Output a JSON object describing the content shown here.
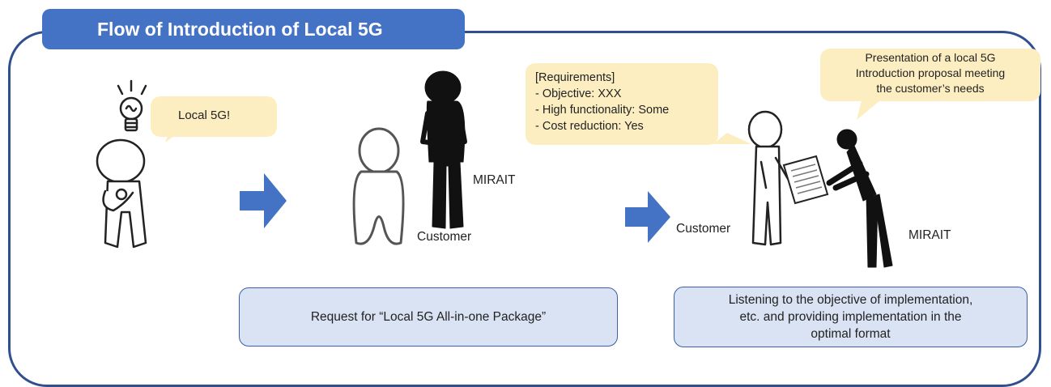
{
  "title": "Flow of Introduction of Local 5G",
  "scene1": {
    "bubble_text": "Local 5G!"
  },
  "scene2": {
    "label_mirait": "MIRAIT",
    "label_customer": "Customer"
  },
  "scene3": {
    "requirements_lines": [
      "[Requirements]",
      "- Objective: XXX",
      "- High functionality: Some",
      "- Cost reduction: Yes"
    ],
    "presentation_lines": [
      "Presentation of a local 5G",
      "Introduction proposal meeting",
      "the customer’s needs"
    ],
    "label_customer": "Customer",
    "label_mirait": "MIRAIT"
  },
  "boxes": {
    "request": "Request for “Local 5G All-in-one Package”",
    "listening_lines": [
      "Listening to the objective of implementation,",
      "etc. and providing implementation in the",
      "optimal format"
    ]
  },
  "colors": {
    "frame": "#2f4f8f",
    "title_bg": "#4472c4",
    "bubble": "#fdeec2",
    "box_bg": "#dae3f3",
    "arrow": "#4472c4"
  }
}
